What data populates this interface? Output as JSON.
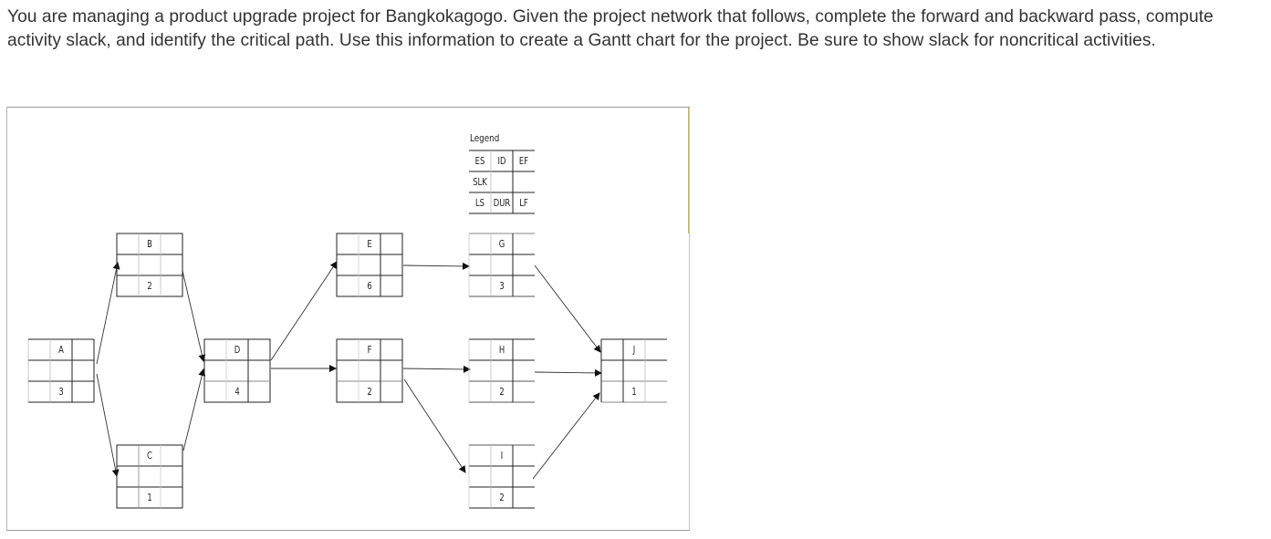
{
  "question": {
    "text": "You are managing a product upgrade project for Bangkokagogo. Given the project network that follows, complete the forward and backward pass, compute activity slack, and identify the critical path. Use this information to create a Gantt chart for the project. Be sure to show slack for noncritical activities."
  },
  "legend": {
    "title": "Legend",
    "cells": {
      "es": "ES",
      "id": "ID",
      "ef": "EF",
      "slk": "SLK",
      "ls": "LS",
      "dur": "DUR",
      "lf": "LF"
    }
  },
  "nodes": [
    {
      "id": "A",
      "duration": "3",
      "predecessors": []
    },
    {
      "id": "B",
      "duration": "2",
      "predecessors": [
        "A"
      ]
    },
    {
      "id": "C",
      "duration": "1",
      "predecessors": [
        "A"
      ]
    },
    {
      "id": "D",
      "duration": "4",
      "predecessors": [
        "B",
        "C"
      ]
    },
    {
      "id": "E",
      "duration": "6",
      "predecessors": [
        "D"
      ]
    },
    {
      "id": "F",
      "duration": "2",
      "predecessors": [
        "D"
      ]
    },
    {
      "id": "G",
      "duration": "3",
      "predecessors": [
        "E"
      ]
    },
    {
      "id": "H",
      "duration": "2",
      "predecessors": [
        "F"
      ]
    },
    {
      "id": "I",
      "duration": "2",
      "predecessors": [
        "F"
      ]
    },
    {
      "id": "J",
      "duration": "1",
      "predecessors": [
        "G",
        "H",
        "I"
      ]
    }
  ],
  "edges": [
    {
      "from": "A",
      "to": "B"
    },
    {
      "from": "A",
      "to": "C"
    },
    {
      "from": "B",
      "to": "D"
    },
    {
      "from": "C",
      "to": "D"
    },
    {
      "from": "D",
      "to": "E"
    },
    {
      "from": "D",
      "to": "F"
    },
    {
      "from": "E",
      "to": "G"
    },
    {
      "from": "F",
      "to": "H"
    },
    {
      "from": "F",
      "to": "I"
    },
    {
      "from": "G",
      "to": "J"
    },
    {
      "from": "H",
      "to": "J"
    },
    {
      "from": "I",
      "to": "J"
    }
  ]
}
